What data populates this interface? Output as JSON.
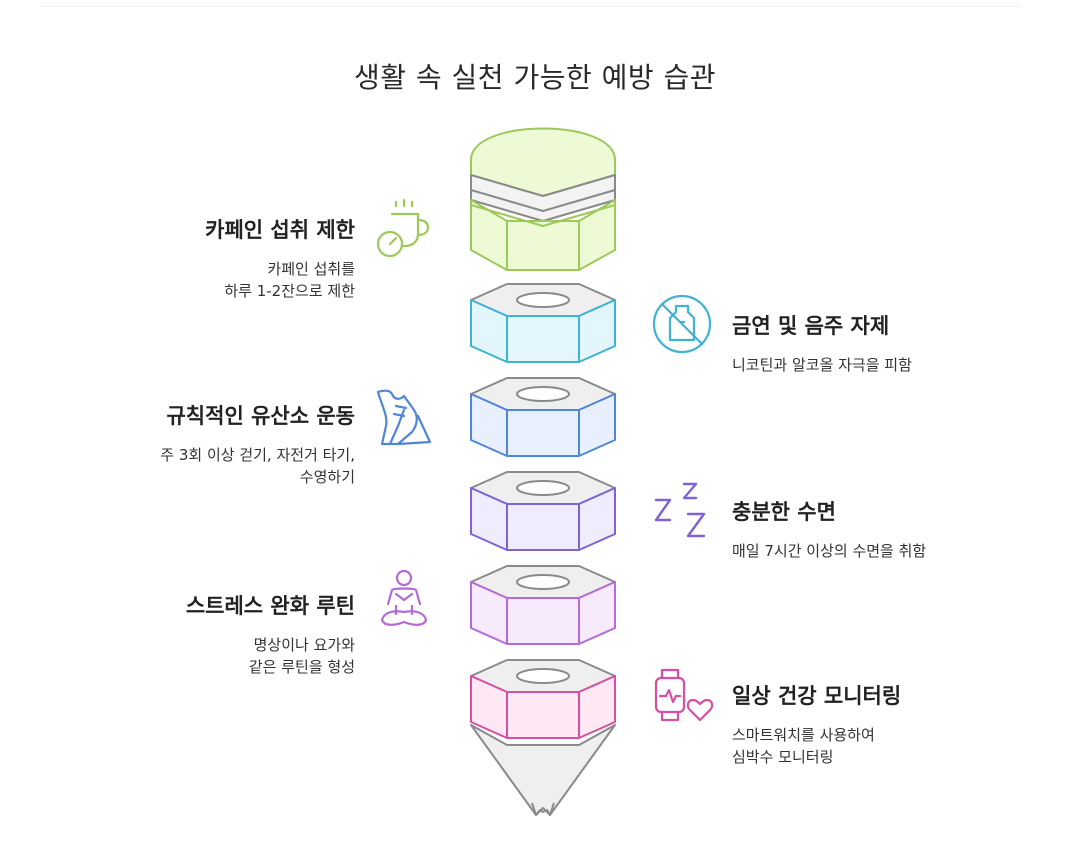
{
  "title": "생활 속 실천 가능한 예방 습관",
  "colors": {
    "green": "#9dc85a",
    "green_fill": "#eefad6",
    "cyan": "#3eb3d4",
    "cyan_fill": "#e2f6fc",
    "blue": "#4f86d8",
    "blue_fill": "#e8f0fd",
    "purple": "#7f62d6",
    "purple_fill": "#efedfd",
    "violet": "#b46ad8",
    "violet_fill": "#f7eafd",
    "pink": "#d64fa4",
    "pink_fill": "#fde8f3",
    "gray": "#8a8a8a",
    "gray_fill": "#efefef"
  },
  "habits": [
    {
      "heading": "카페인 섭취 제한",
      "desc": [
        "카페인 섭취를",
        "하루 1-2잔으로 제한"
      ],
      "icon": "coffee-cup-icon"
    },
    {
      "heading": "금연 및 음주 자제",
      "desc": [
        "니코틴과 알코올 자극을 피함"
      ],
      "icon": "no-smoking-drinking-icon"
    },
    {
      "heading": "규칙적인 유산소 운동",
      "desc": [
        "주 3회 이상 걷기, 자전거 타기,",
        "수영하기"
      ],
      "icon": "running-shoe-icon"
    },
    {
      "heading": "충분한 수면",
      "desc": [
        "매일 7시간 이상의 수면을 취함"
      ],
      "icon": "sleep-zzz-icon"
    },
    {
      "heading": "스트레스 완화 루틴",
      "desc": [
        "명상이나 요가와",
        "같은 루틴을 형성"
      ],
      "icon": "meditation-icon"
    },
    {
      "heading": "일상 건강 모니터링",
      "desc": [
        "스마트워치를 사용하여",
        "심박수 모니터링"
      ],
      "icon": "smartwatch-heart-icon"
    }
  ]
}
